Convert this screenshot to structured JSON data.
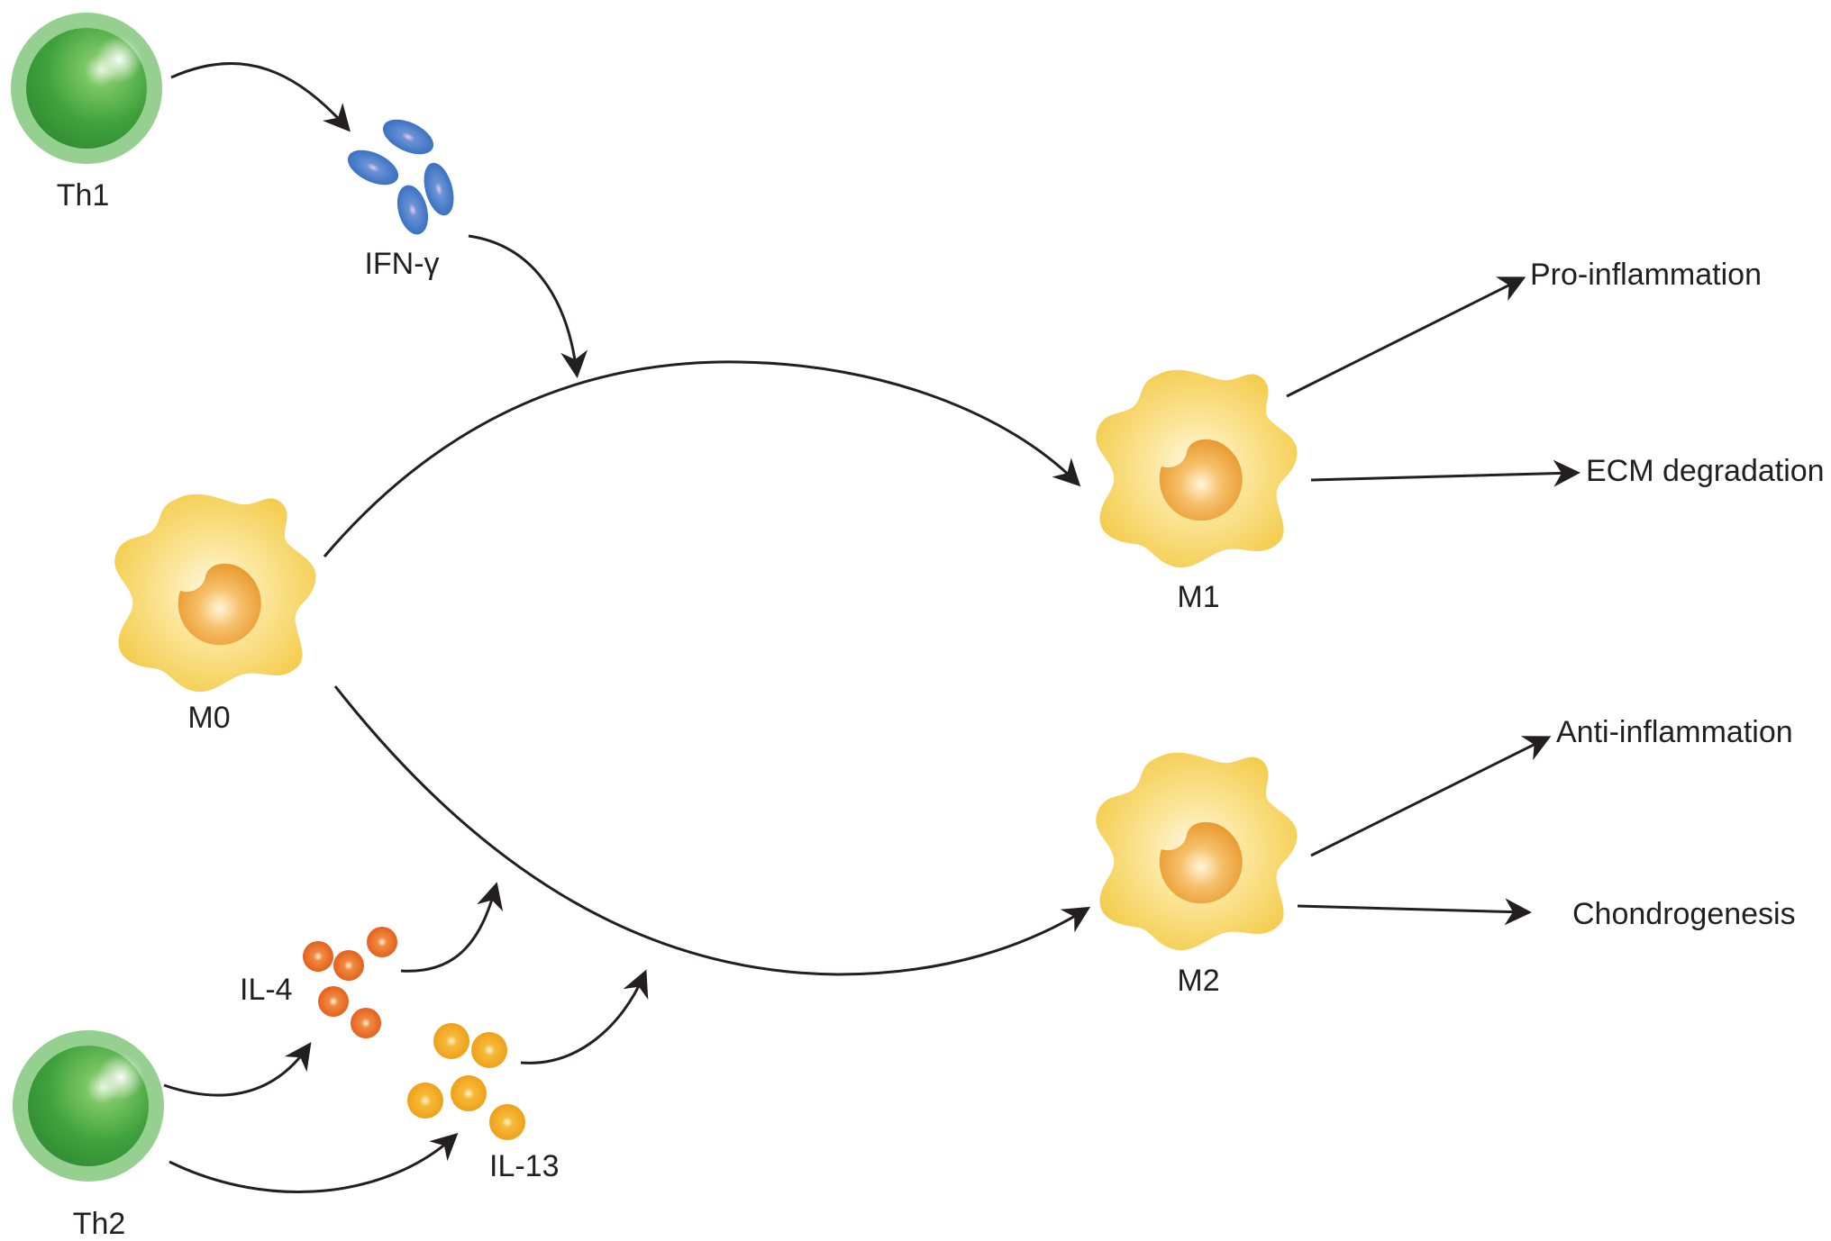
{
  "cells": {
    "th1": "Th1",
    "th2": "Th2",
    "m0": "M0",
    "m1": "M1",
    "m2": "M2"
  },
  "cytokines": {
    "ifn_gamma": "IFN-γ",
    "il4": "IL-4",
    "il13": "IL-13"
  },
  "outcomes": {
    "pro_inflammation": "Pro-inflammation",
    "ecm_degradation": "ECM degradation",
    "anti_inflammation": "Anti-inflammation",
    "chondrogenesis": "Chondrogenesis"
  },
  "colors": {
    "t_cell": "#8fcf8c",
    "t_cell_core": "#3fa23c",
    "macrophage": "#f6d05a",
    "macrophage_nucleus": "#f0a83a",
    "ifn_gamma": "#3f79c6",
    "il4": "#e8672a",
    "il13": "#f2a922",
    "arrow": "#231f20"
  }
}
